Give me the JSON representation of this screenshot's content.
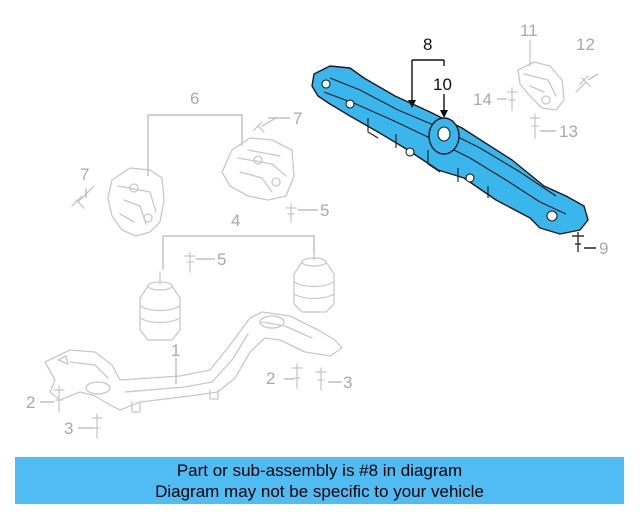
{
  "callouts": {
    "c1": "1",
    "c2a": "2",
    "c2b": "2",
    "c3a": "3",
    "c3b": "3",
    "c4": "4",
    "c5a": "5",
    "c5b": "5",
    "c6": "6",
    "c7a": "7",
    "c7b": "7",
    "c8": "8",
    "c9": "9",
    "c10": "10",
    "c11": "11",
    "c12": "12",
    "c13": "13",
    "c14": "14"
  },
  "highlight_color": "#39b6ec",
  "banner": {
    "line1": "Part or sub-assembly is #8 in diagram",
    "line2": "Diagram may not be specific to your vehicle"
  }
}
